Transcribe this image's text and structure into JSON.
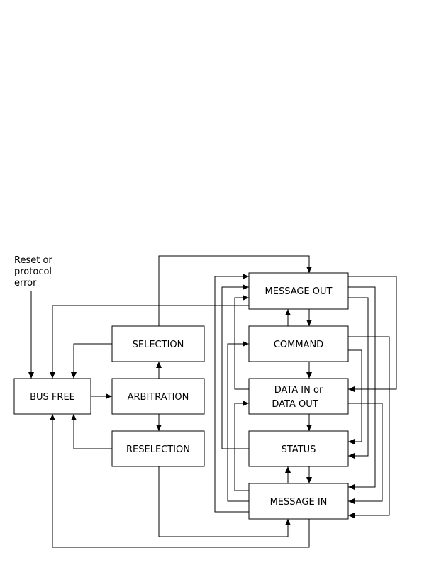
{
  "diagram": {
    "reset_label": [
      "Reset or",
      "protocol",
      "error"
    ],
    "states": {
      "bus_free": "BUS  FREE",
      "arbitration": "ARBITRATION",
      "selection": "SELECTION",
      "reselection": "RESELECTION",
      "message_out": "MESSAGE  OUT",
      "command": "COMMAND",
      "data_line1": "DATA  IN  or",
      "data_line2": "DATA  OUT",
      "status": "STATUS",
      "message_in": "MESSAGE  IN"
    },
    "colors": {
      "stroke": "#000000",
      "background": "#ffffff"
    }
  }
}
